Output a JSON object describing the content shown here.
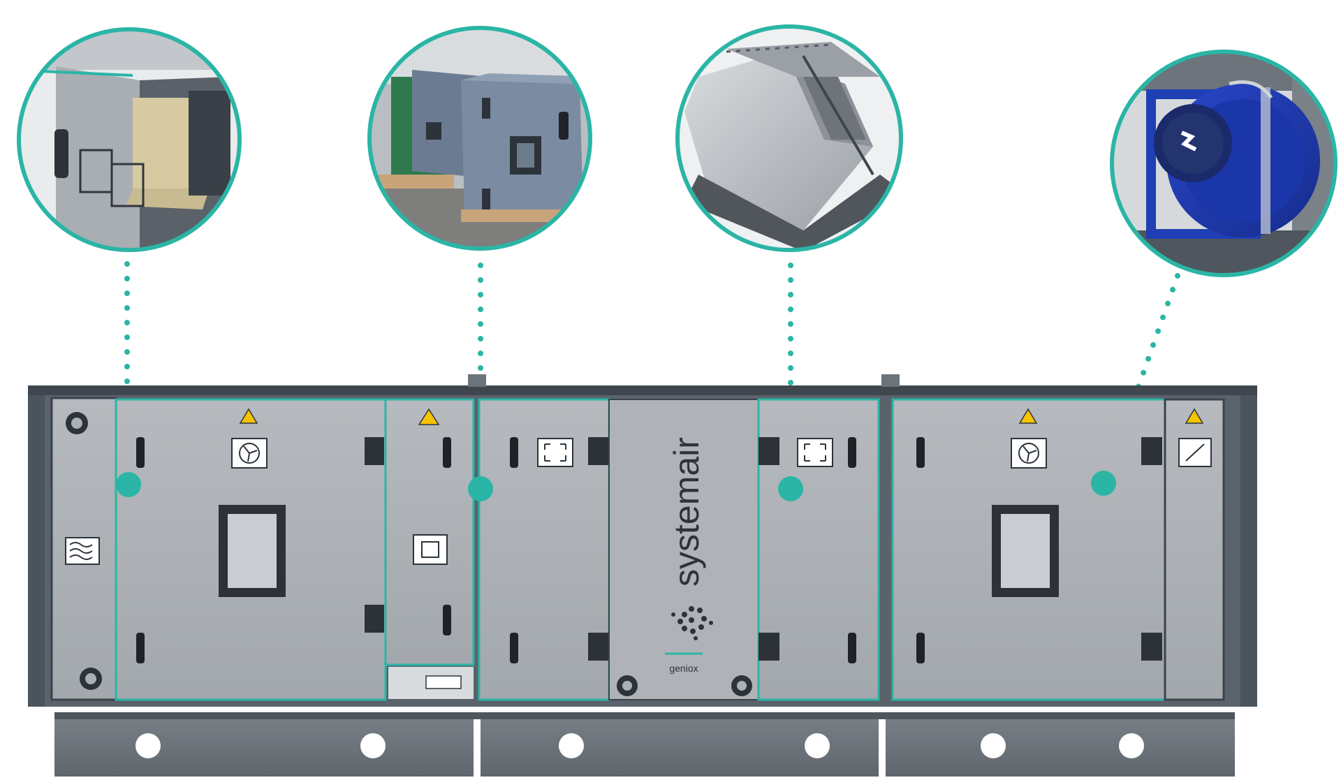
{
  "brand": {
    "wordmark": "systemair",
    "model": "geniox",
    "accent_color": "#2ab5a6"
  },
  "colors": {
    "casing": "#58606a",
    "panel": "#a9aeb3",
    "panel_light": "#b7bbbf",
    "frame_dark": "#3c434b",
    "base": "#6f767d",
    "window": "#c9ccd0",
    "warning": "#f5c400"
  },
  "callouts": [
    {
      "id": "insulated-panel",
      "icon": "panel-cutaway-icon"
    },
    {
      "id": "factory-units",
      "icon": "photo-units-icon"
    },
    {
      "id": "rotary-heat-exchanger",
      "icon": "heat-exchanger-icon"
    },
    {
      "id": "ec-plug-fan",
      "icon": "fan-icon"
    }
  ],
  "panel_symbols": [
    "filter-icon",
    "fan-symbol-icon",
    "control-chip-icon",
    "heat-recovery-icon",
    "fan-symbol-icon",
    "damper-icon"
  ]
}
